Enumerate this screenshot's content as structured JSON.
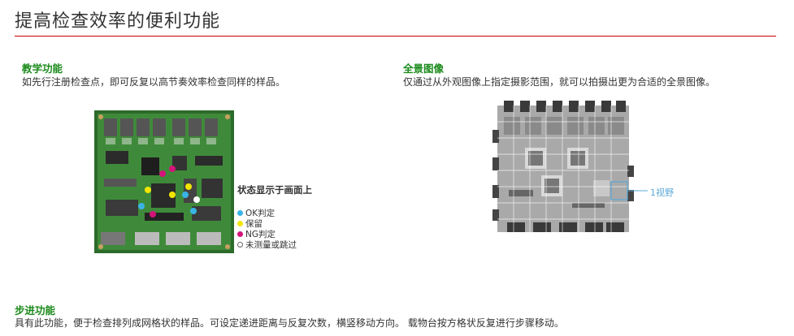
{
  "page": {
    "title": "提高检查效率的便利功能",
    "accent_color": "#cc0000",
    "heading_color": "#1a8a1a"
  },
  "features": {
    "teaching": {
      "title": "教学功能",
      "desc": "如先行注册检查点，即可反复以高节奏效率检查同样的样品。"
    },
    "panorama": {
      "title": "全景图像",
      "desc": "仅通过从外观图像上指定摄影范围，就可以拍摄出更为合适的全景图像。"
    },
    "step": {
      "title": "步进功能",
      "desc": "具有此功能，便于检查排列成网格状的样品。可设定递进距离与反复次数，横竖移动方向。 载物台按方格状反复进行步骤移动。"
    }
  },
  "legend": {
    "caption": "状态显示于画面上",
    "items": [
      {
        "label": "OK判定",
        "color": "#3ab4e6"
      },
      {
        "label": "保留",
        "color": "#f2e600"
      },
      {
        "label": "NG判定",
        "color": "#d4147a"
      },
      {
        "label": "未测量或跳过",
        "color": "#ffffff"
      }
    ]
  },
  "panorama_callout": {
    "label": "1视野",
    "color": "#5aa8d8"
  }
}
